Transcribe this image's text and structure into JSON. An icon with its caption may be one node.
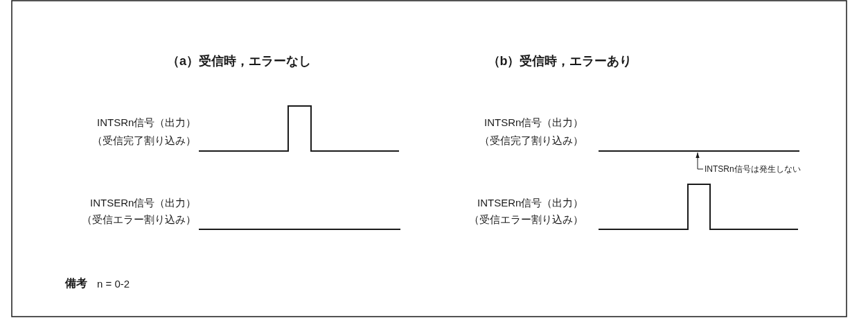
{
  "diagram": {
    "nodes": [
      {
        "text": [],
        "shape": "waveform"
      },
      {
        "text": [
          "INTSRn信号は発生しない"
        ]
      }
    ],
    "edges": [
      {
        "from": 1,
        "to": 0,
        "arrow": "to"
      }
    ],
    "labels": [
      "（a）受信時，エラーなし",
      "（b）受信時，エラーあり",
      "INTSRn信号（出力）",
      "（受信完了割り込み）",
      "INTSRn信号（出力）",
      "（受信完了割り込み）",
      "INTSERn信号（出力）",
      "（受信エラー割り込み）",
      "INTSERn信号（出力）",
      "（受信エラー割り込み）",
      "備考",
      "n = 0-2"
    ]
  }
}
